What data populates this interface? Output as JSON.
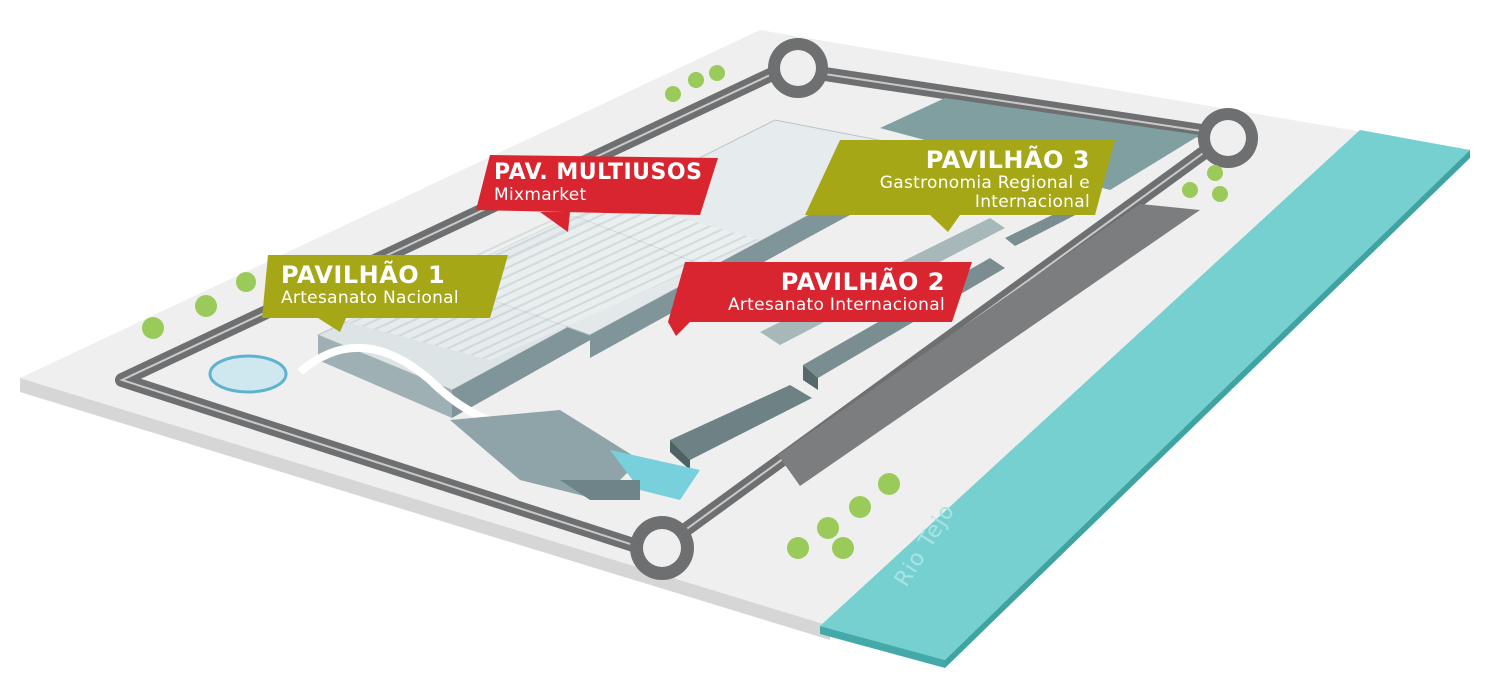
{
  "labels": {
    "multiusos": {
      "title": "PAV. MULTIUSOS",
      "subtitle": "Mixmarket"
    },
    "pavilhao1": {
      "title": "PAVILHÃO 1",
      "subtitle": "Artesanato Nacional"
    },
    "pavilhao2": {
      "title": "PAVILHÃO 2",
      "subtitle": "Artesanato Internacional"
    },
    "pavilhao3": {
      "title": "PAVILHÃO 3",
      "subtitle_line1": "Gastronomia Regional e",
      "subtitle_line2": "Internacional"
    }
  },
  "river": {
    "name": "Rio Tejo"
  },
  "colors": {
    "red": "#d9252f",
    "olive": "#a6a716",
    "river": "#76d0d0",
    "ground": "#efefef",
    "road": "#6d6f71",
    "tree": "#9acb5a"
  }
}
